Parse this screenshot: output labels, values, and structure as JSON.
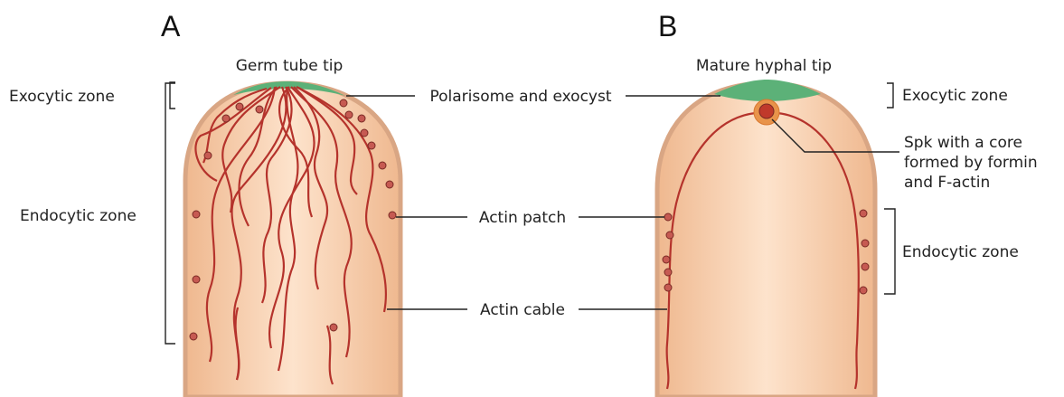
{
  "panel_a": {
    "letter": "A",
    "title": "Germ tube tip",
    "exocytic_zone": "Exocytic zone",
    "endocytic_zone": "Endocytic zone"
  },
  "panel_b": {
    "letter": "B",
    "title": "Mature hyphal tip",
    "exocytic_zone": "Exocytic zone",
    "endocytic_zone": "Endocytic zone",
    "spk_label": [
      "Spk with a core",
      "formed by formin",
      "and F-actin"
    ]
  },
  "shared_labels": {
    "polarisome": "Polarisome and exocyst",
    "actin_patch": "Actin patch",
    "actin_cable": "Actin cable"
  },
  "colors": {
    "cell_edge": "#d9a684",
    "cell_fill": "#f8c9a2",
    "cell_highlight": "#fde3cc",
    "cap": "#5cb178",
    "actin": "#b5332c",
    "patch": "#c65a52",
    "spk_ring": "#e8934a",
    "spk_core": "#c0392b"
  }
}
